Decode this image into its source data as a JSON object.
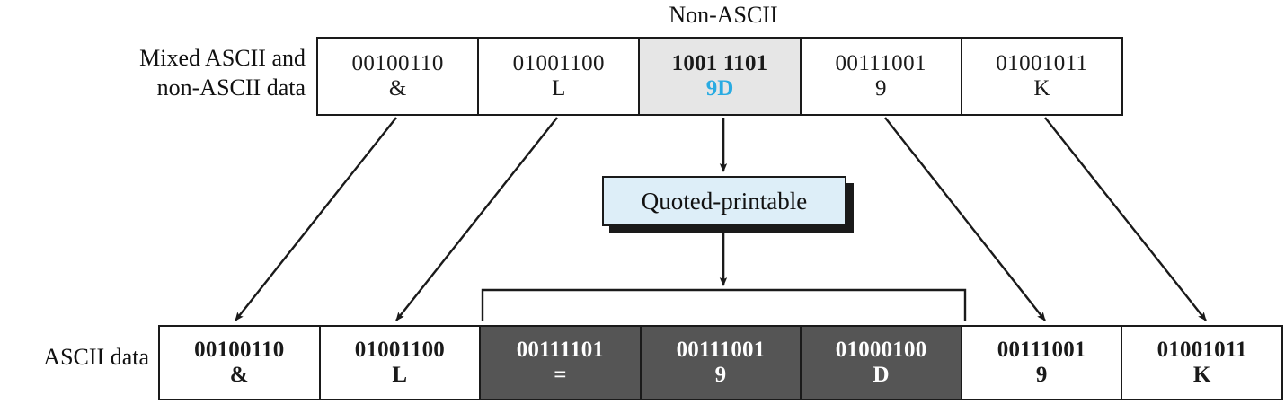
{
  "figure": {
    "labels": {
      "mixed_data": "Mixed ASCII and\nnon-ASCII data",
      "ascii_data": "ASCII data",
      "non_ascii_callout": "Non-ASCII"
    },
    "process": {
      "name": "Quoted-printable"
    },
    "colors": {
      "non_ascii_hex_text": "#29abe2",
      "non_ascii_cell_fill": "#e6e6e6",
      "encoded_cell_fill": "#555555",
      "process_box_fill": "#ddeef8",
      "stroke": "#1a1a1a"
    }
  },
  "top_row": {
    "cells": [
      {
        "bits": "00100110",
        "glyph": "&",
        "highlight": false
      },
      {
        "bits": "01001100",
        "glyph": "L",
        "highlight": false
      },
      {
        "bits": "1001 1101",
        "glyph": "9D",
        "highlight": true
      },
      {
        "bits": "00111001",
        "glyph": "9",
        "highlight": false
      },
      {
        "bits": "01001011",
        "glyph": "K",
        "highlight": false
      }
    ]
  },
  "bottom_row": {
    "cells": [
      {
        "bits": "00100110",
        "glyph": "&",
        "encoded": false
      },
      {
        "bits": "01001100",
        "glyph": "L",
        "encoded": false
      },
      {
        "bits": "00111101",
        "glyph": "=",
        "encoded": true
      },
      {
        "bits": "00111001",
        "glyph": "9",
        "encoded": true
      },
      {
        "bits": "01000100",
        "glyph": "D",
        "encoded": true
      },
      {
        "bits": "00111001",
        "glyph": "9",
        "encoded": false
      },
      {
        "bits": "01001011",
        "glyph": "K",
        "encoded": false
      }
    ]
  }
}
